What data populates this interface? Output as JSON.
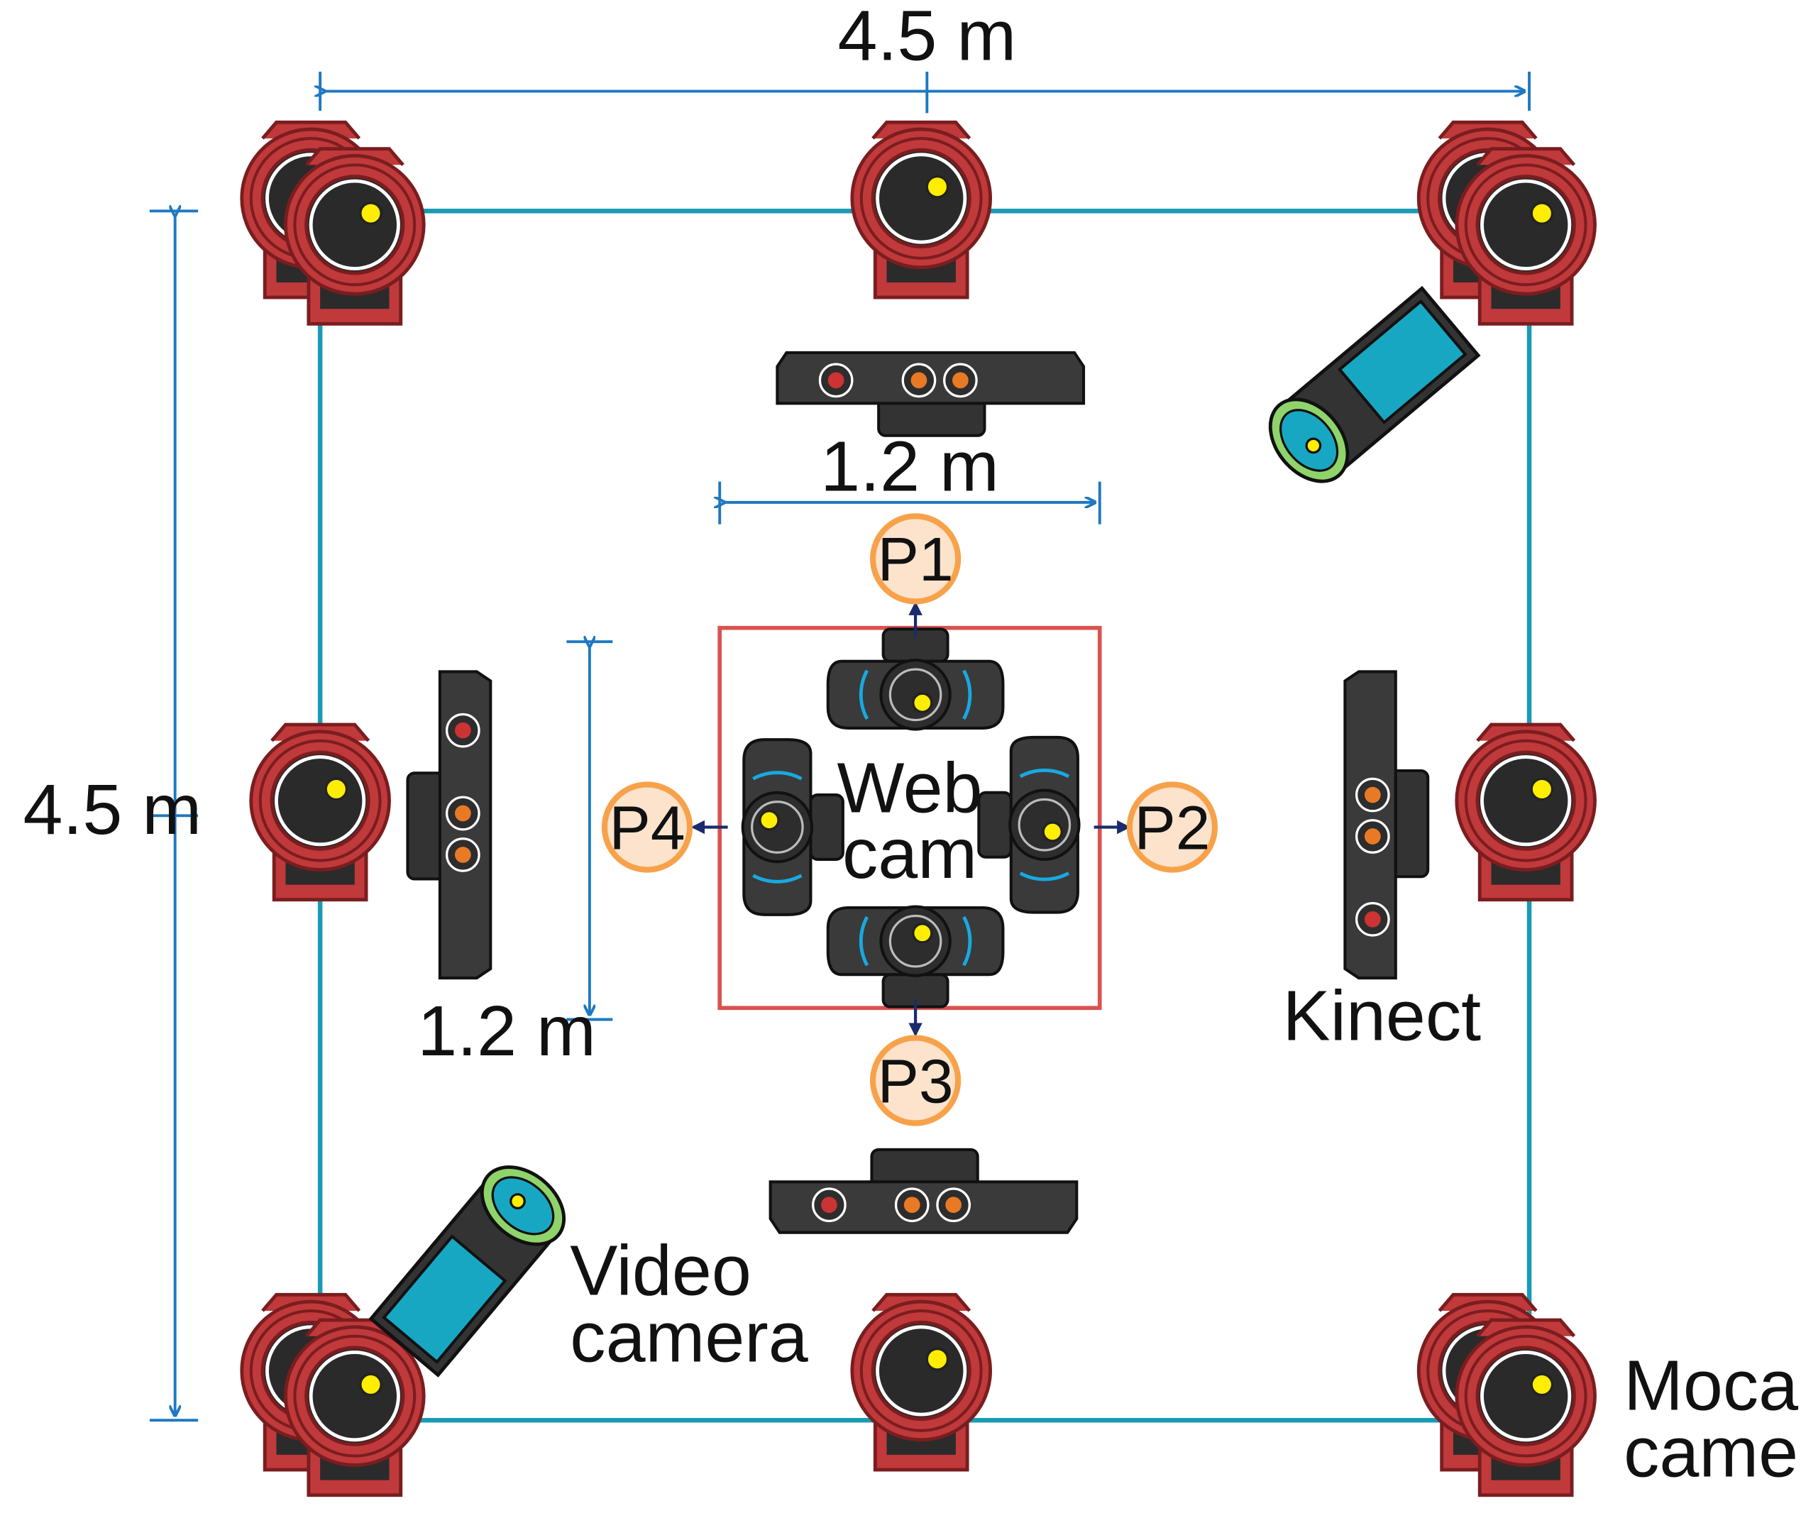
{
  "labels": {
    "width_outer": "4.5 m",
    "height_outer": "4.5 m",
    "width_inner": "1.2 m",
    "height_inner": "1.2 m",
    "webcam_line1": "Web",
    "webcam_line2": "cam",
    "kinect": "Kinect",
    "video_line1": "Video",
    "video_line2": "camera",
    "mocap_line1": "Mocap",
    "mocap_line2": "camera"
  },
  "positions": [
    "P1",
    "P2",
    "P3",
    "P4"
  ],
  "colors": {
    "frame": "#1a9bb5",
    "dimension": "#1e78c2",
    "mocap_body": "#c0393b",
    "webcam_box": "#d9534f",
    "position_marker": "#f7a24a",
    "position_fill": "#fde3cc",
    "arrow": "#1a2b6b",
    "video_screen": "#17a7c2",
    "device_body": "#333333"
  },
  "icons": [
    "mocap-camera-icon",
    "kinect-icon",
    "webcam-icon",
    "video-camera-icon"
  ]
}
